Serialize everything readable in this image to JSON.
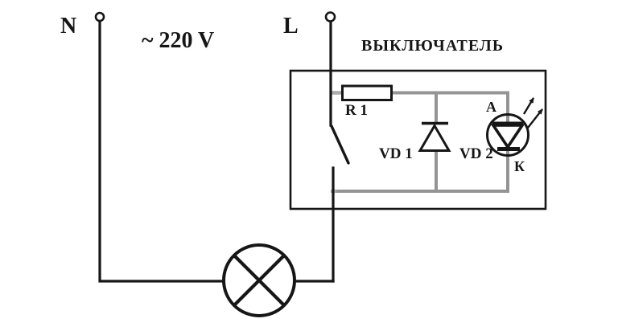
{
  "colors": {
    "background": "#ffffff",
    "wire_primary": "#161616",
    "wire_indicator": "#949494",
    "stub_gray": "#ababab",
    "component_fill": "#ffffff"
  },
  "terminals": {
    "neutral": "N",
    "line": "L"
  },
  "voltage_label": "~ 220 V",
  "switch_box": {
    "title": "ВЫКЛЮЧАТЕЛЬ"
  },
  "components": {
    "resistor": "R 1",
    "diode": "VD 1",
    "led": "VD 2",
    "led_anode": "A",
    "led_cathode": "К"
  }
}
